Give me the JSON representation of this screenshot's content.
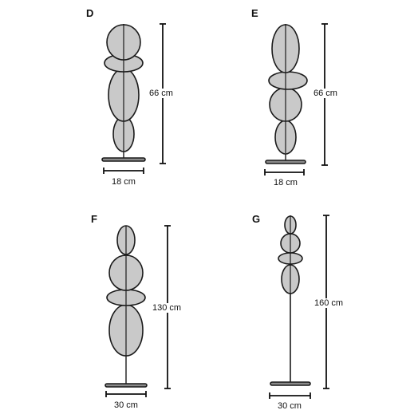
{
  "lamps": [
    {
      "id": "D",
      "label": "D",
      "height_label": "66 cm",
      "width_label": "18 cm"
    },
    {
      "id": "E",
      "label": "E",
      "height_label": "66 cm",
      "width_label": "18 cm"
    },
    {
      "id": "F",
      "label": "F",
      "height_label": "130 cm",
      "width_label": "30 cm"
    },
    {
      "id": "G",
      "label": "G",
      "height_label": "160 cm",
      "width_label": "30 cm"
    }
  ],
  "colors": {
    "stone_fill": "#c9c9c9",
    "stroke": "#1a1a1a"
  }
}
